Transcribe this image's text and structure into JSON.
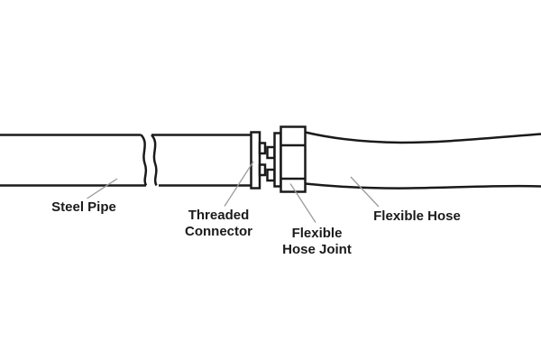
{
  "colors": {
    "background": "#ffffff",
    "line-color": "#1a1a1a",
    "leader-color": "#9b9b9b",
    "text-color": "#1a1a1a"
  },
  "labels": {
    "steel_pipe": {
      "text": "Steel Pipe"
    },
    "threaded_connector": {
      "line1": "Threaded",
      "line2": "Connector"
    },
    "flexible_hose_joint": {
      "line1": "Flexible",
      "line2": "Hose Joint"
    },
    "flexible_hose": {
      "text": "Flexible Hose"
    }
  }
}
